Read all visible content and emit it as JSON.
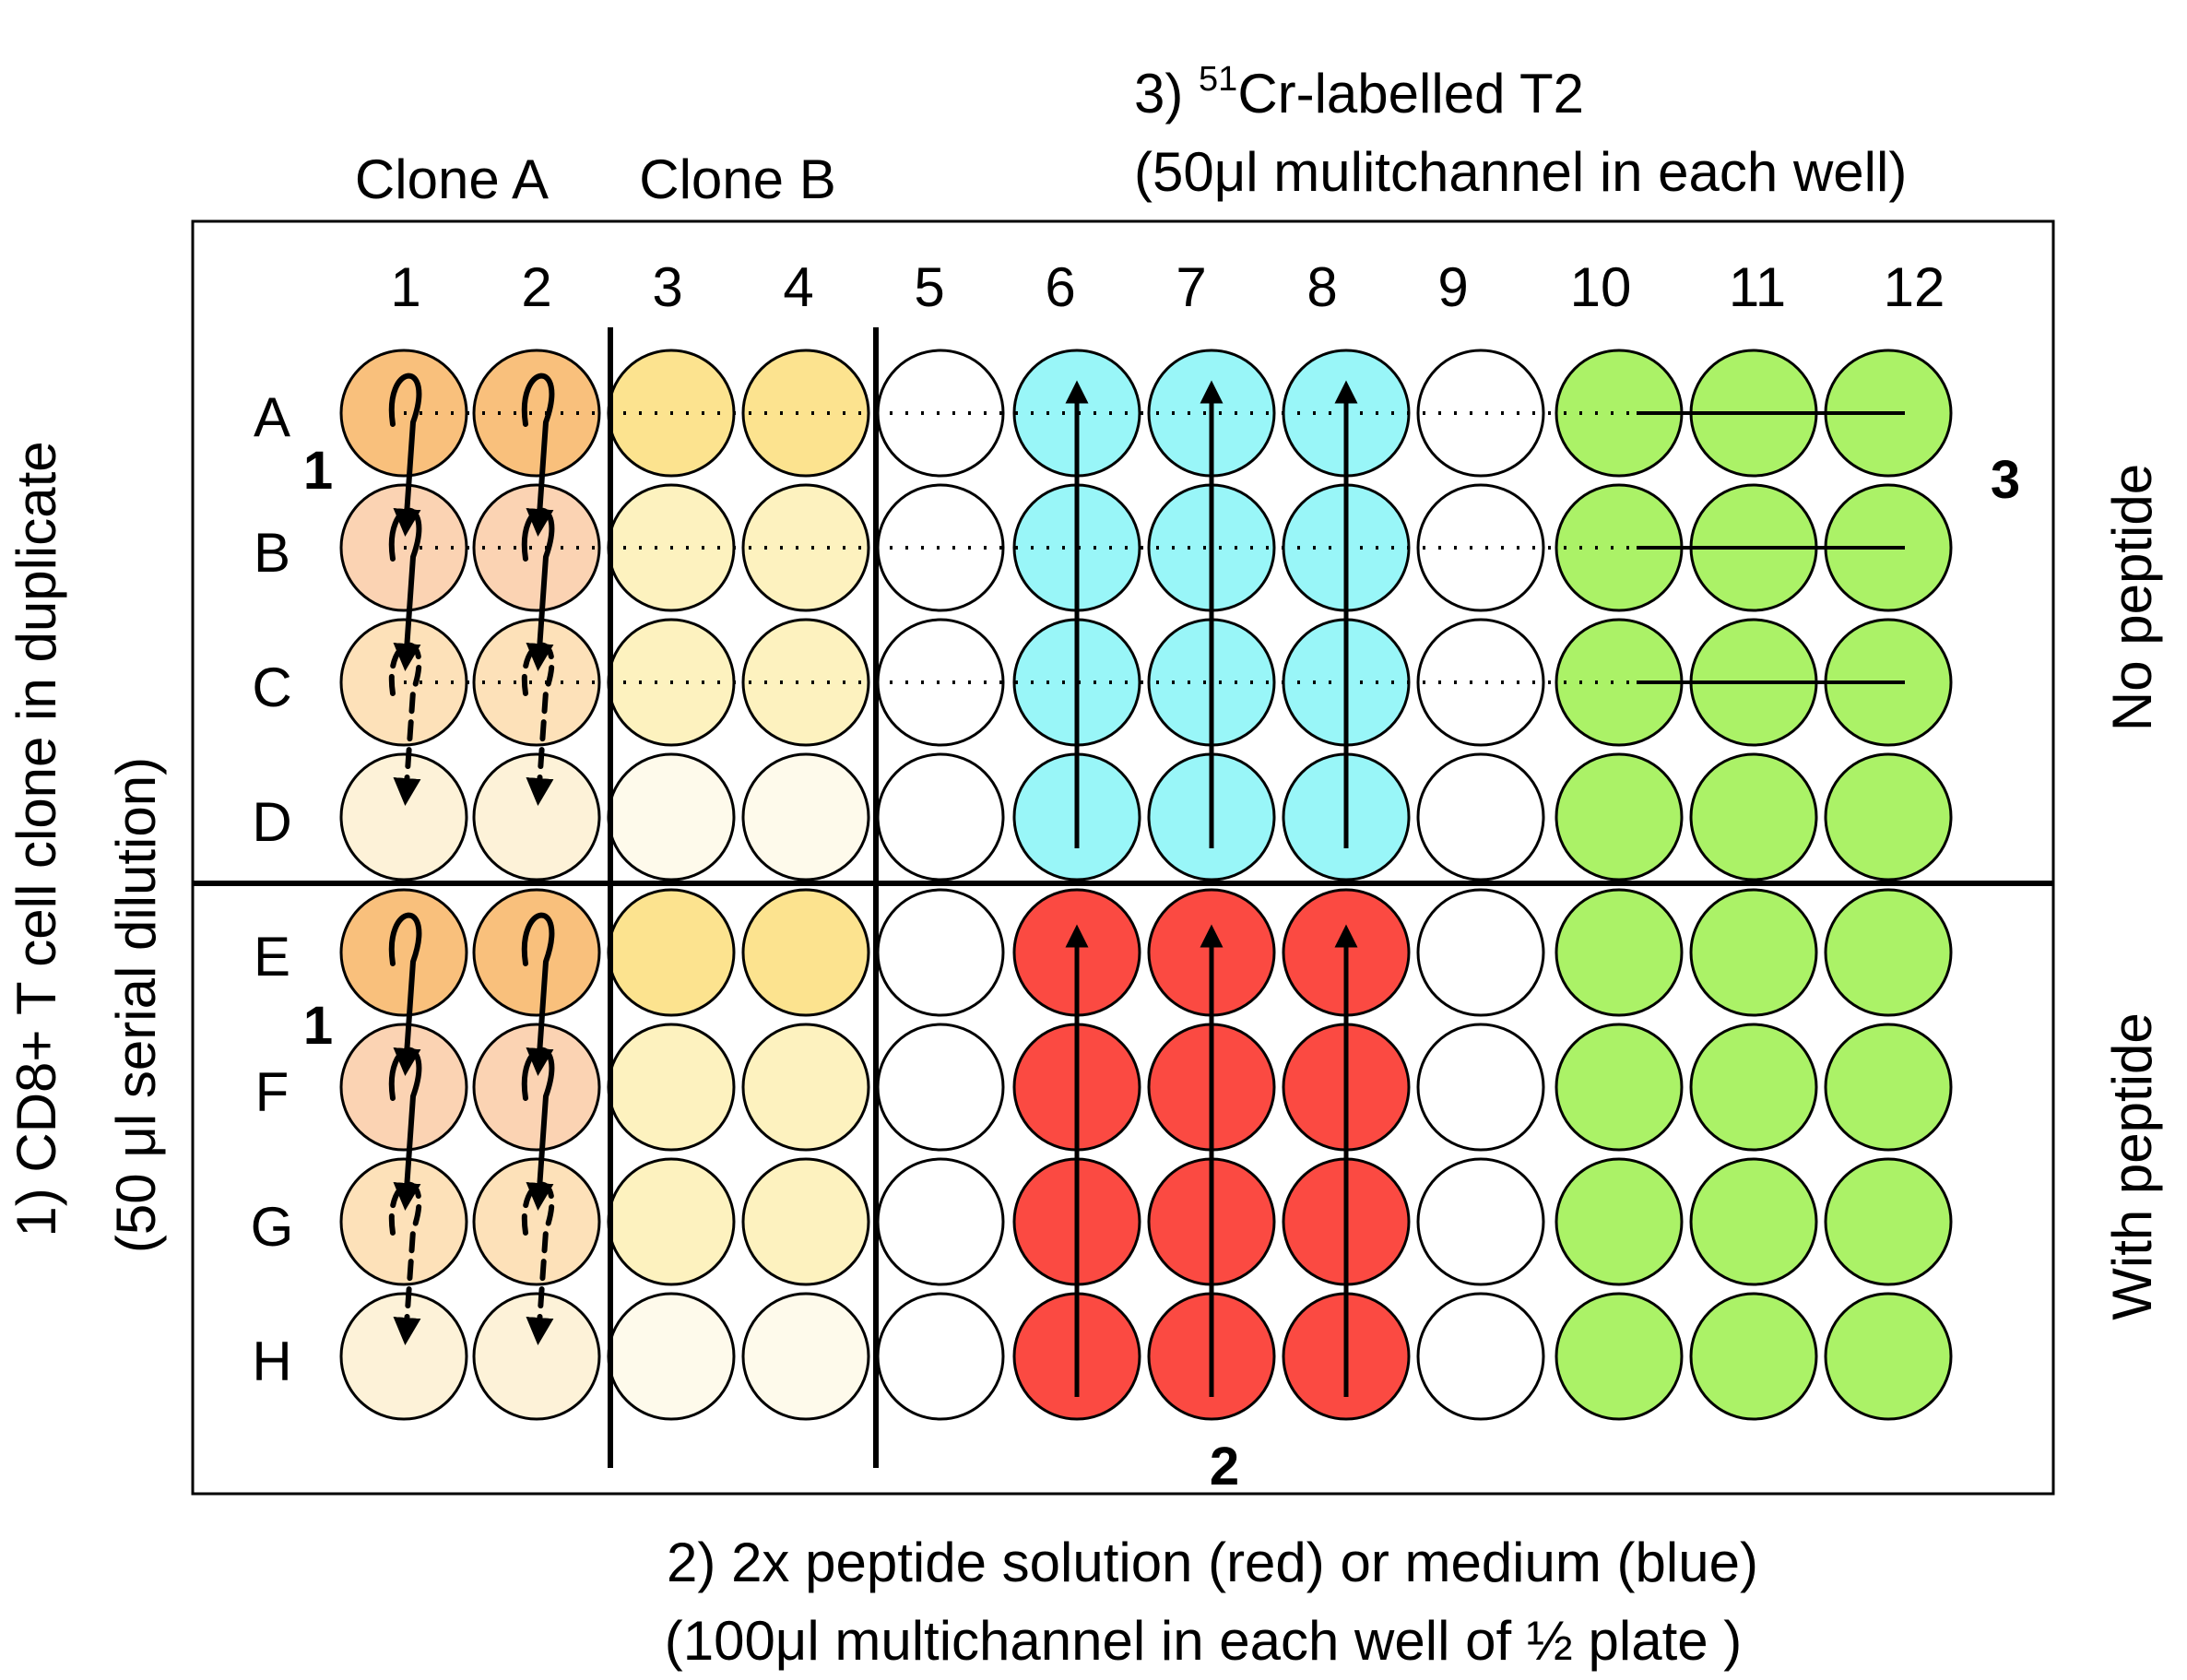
{
  "headers": {
    "clone_a": "Clone A",
    "clone_b": "Clone B",
    "step3_line1_prefix": "3) ",
    "step3_line1_sup": "51",
    "step3_line1_rest": "Cr-labelled T2",
    "step3_line2": "(50μl mulitchannel in each well)"
  },
  "column_labels": [
    "1",
    "2",
    "3",
    "4",
    "5",
    "6",
    "7",
    "8",
    "9",
    "10",
    "11",
    "12"
  ],
  "row_labels": [
    "A",
    "B",
    "C",
    "D",
    "E",
    "F",
    "G",
    "H"
  ],
  "step_markers": {
    "top_left": "1",
    "bottom_left": "1",
    "right": "3",
    "bottom": "2"
  },
  "left_caption": {
    "line1": "1) CD8+ T cell clone in duplicate",
    "line2": "(50 μl serial dilution)"
  },
  "right_captions": {
    "top": "No peptide",
    "bottom": "With peptide"
  },
  "bottom_caption": {
    "line1": "2) 2x peptide solution (red) or medium (blue)",
    "line2": "(100μl multichannel in each well of ½ plate )"
  },
  "colors": {
    "orange_dark": "#f9c07c",
    "orange_mid": "#fbd3b3",
    "orange_light": "#fde1b9",
    "cream": "#fdf2d8",
    "yellow_dark": "#fce38f",
    "yellow_mid": "#fdf2bf",
    "yellow_light": "#fefaeb",
    "cyan": "#99f6f8",
    "red": "#fb4a42",
    "green": "#abf267",
    "white": "#ffffff"
  },
  "well_colors": [
    [
      "orange_dark",
      "orange_dark",
      "yellow_dark",
      "yellow_dark",
      "white",
      "cyan",
      "cyan",
      "cyan",
      "white",
      "green",
      "green",
      "green"
    ],
    [
      "orange_mid",
      "orange_mid",
      "yellow_mid",
      "yellow_mid",
      "white",
      "cyan",
      "cyan",
      "cyan",
      "white",
      "green",
      "green",
      "green"
    ],
    [
      "orange_light",
      "orange_light",
      "yellow_mid",
      "yellow_mid",
      "white",
      "cyan",
      "cyan",
      "cyan",
      "white",
      "green",
      "green",
      "green"
    ],
    [
      "cream",
      "cream",
      "yellow_light",
      "yellow_light",
      "white",
      "cyan",
      "cyan",
      "cyan",
      "white",
      "green",
      "green",
      "green"
    ],
    [
      "orange_dark",
      "orange_dark",
      "yellow_dark",
      "yellow_dark",
      "white",
      "red",
      "red",
      "red",
      "white",
      "green",
      "green",
      "green"
    ],
    [
      "orange_mid",
      "orange_mid",
      "yellow_mid",
      "yellow_mid",
      "white",
      "red",
      "red",
      "red",
      "white",
      "green",
      "green",
      "green"
    ],
    [
      "orange_light",
      "orange_light",
      "yellow_mid",
      "yellow_mid",
      "white",
      "red",
      "red",
      "red",
      "white",
      "green",
      "green",
      "green"
    ],
    [
      "cream",
      "cream",
      "yellow_light",
      "yellow_light",
      "white",
      "red",
      "red",
      "red",
      "white",
      "green",
      "green",
      "green"
    ]
  ]
}
